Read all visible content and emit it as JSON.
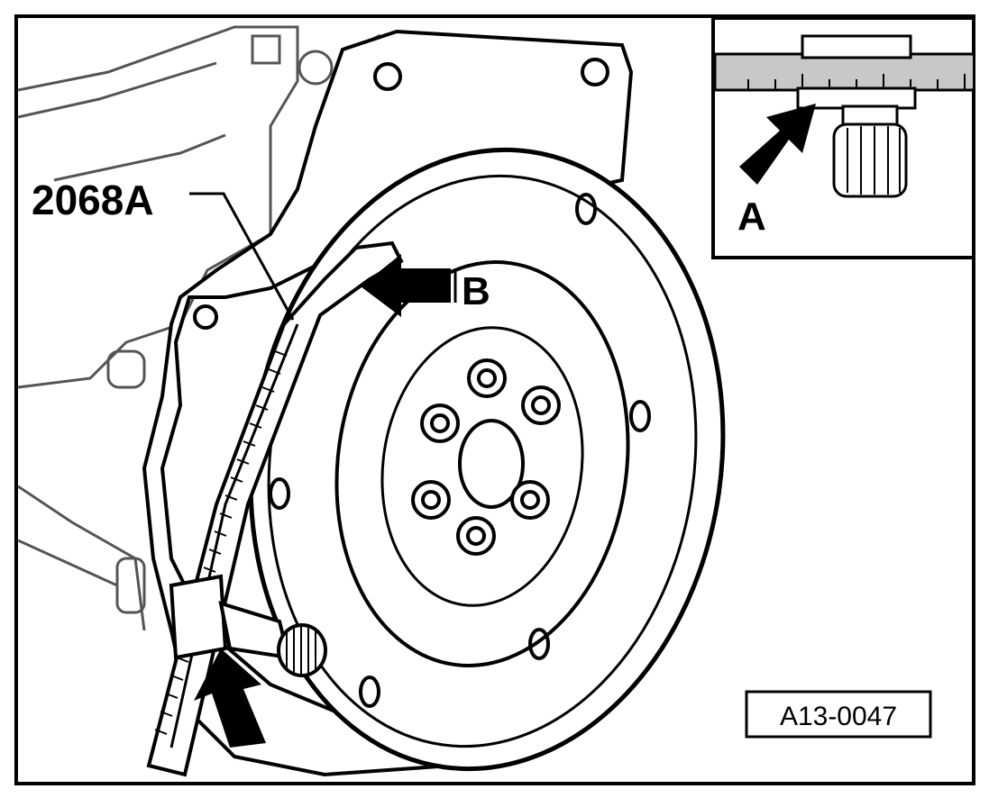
{
  "figure": {
    "callouts": {
      "tool": "2068A",
      "arrow_a": "A",
      "arrow_b": "B"
    },
    "reference_id": "A13-0047"
  },
  "colors": {
    "line": "#000000",
    "background": "#ffffff",
    "scale_grey": "#c8c8c8"
  },
  "icons": [
    "flywheel",
    "engine-block",
    "measuring-tool",
    "arrow",
    "knurled-knob"
  ]
}
